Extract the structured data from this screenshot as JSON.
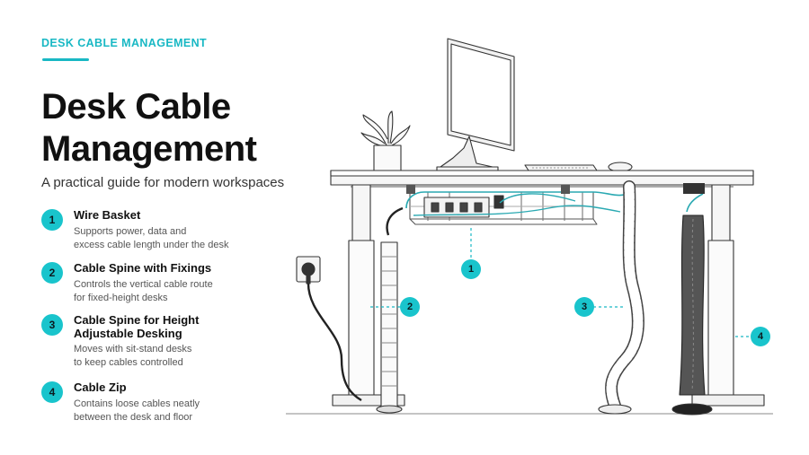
{
  "header": {
    "eyebrow": "DESK CABLE MANAGEMENT",
    "title_line1": "Desk Cable",
    "title_line2": "Management",
    "subtitle": "A practical guide for modern workspaces"
  },
  "colors": {
    "accent": "#19c4cc",
    "heading": "#111111",
    "body_text": "#555555"
  },
  "items": [
    {
      "number": "1",
      "title": "Wire Basket",
      "desc_line1": "Supports power, data and",
      "desc_line2": "excess cable length under the desk"
    },
    {
      "number": "2",
      "title": "Cable Spine with Fixings",
      "desc_line1": "Controls the vertical cable route",
      "desc_line2": "for fixed-height desks"
    },
    {
      "number": "3",
      "title_line1": "Cable Spine for Height",
      "title_line2": "Adjustable Desking",
      "desc_line1": "Moves with sit-stand desks",
      "desc_line2": "to keep cables controlled"
    },
    {
      "number": "4",
      "title": "Cable Zip",
      "desc_line1": "Contains loose cables neatly",
      "desc_line2": "between the desk and floor"
    }
  ],
  "callouts": [
    "1",
    "2",
    "3",
    "4"
  ]
}
